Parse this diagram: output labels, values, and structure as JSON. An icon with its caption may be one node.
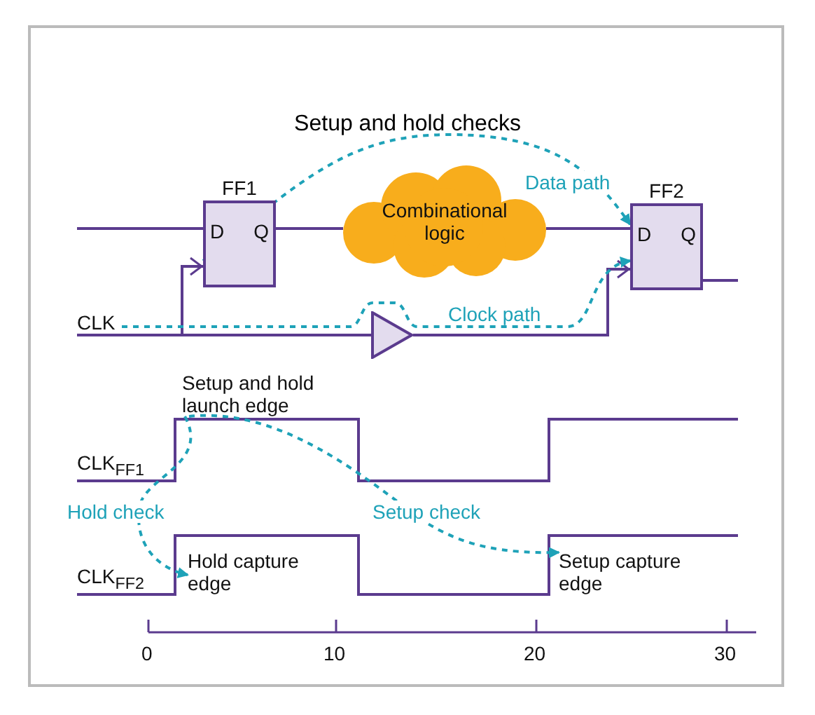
{
  "diagram": {
    "title": "Setup and hold checks",
    "nodes": [
      {
        "text": [
          "FF1",
          "D",
          "Q"
        ]
      },
      {
        "text": [
          "Combinational logic"
        ]
      },
      {
        "text": [
          "FF2",
          "D",
          "Q"
        ]
      },
      {
        "text": [
          "CLK"
        ]
      },
      {
        "text": [],
        "shape": "triangle"
      },
      {
        "text": [
          "Setup and hold launch edge"
        ]
      },
      {
        "text": [
          "Hold capture edge"
        ]
      },
      {
        "text": [
          "Setup capture edge"
        ]
      }
    ],
    "edges": [
      {
        "from": null,
        "to": 0,
        "arrow": "none"
      },
      {
        "from": 0,
        "to": 1,
        "arrow": "none"
      },
      {
        "from": 1,
        "to": 2,
        "arrow": "none"
      },
      {
        "from": 2,
        "to": null,
        "arrow": "none"
      },
      {
        "from": 3,
        "to": 4,
        "arrow": "none"
      },
      {
        "from": 4,
        "to": 2,
        "arrow": "to"
      },
      {
        "from": 3,
        "to": 0,
        "arrow": "to"
      },
      {
        "from": 0,
        "to": 2,
        "arrow": "to",
        "label": "Data path",
        "style": "dashed",
        "color": "#1ea2b8"
      },
      {
        "from": 3,
        "to": 2,
        "arrow": "to",
        "label": "Clock path",
        "style": "dashed",
        "color": "#1ea2b8"
      },
      {
        "from": 5,
        "to": 6,
        "arrow": "to",
        "label": "Hold check",
        "style": "dashed",
        "color": "#1ea2b8"
      },
      {
        "from": 5,
        "to": 7,
        "arrow": "to",
        "label": "Setup check",
        "style": "dashed",
        "color": "#1ea2b8"
      }
    ],
    "labels": [
      "CLK$_{FF1}$",
      "CLK$_{FF2}$",
      "0",
      "10",
      "20",
      "30"
    ]
  }
}
